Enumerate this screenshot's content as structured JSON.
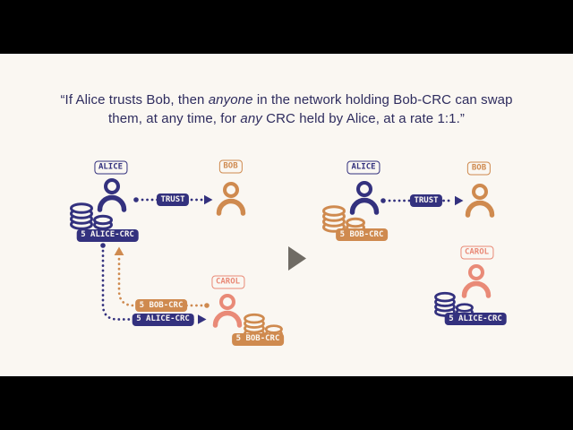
{
  "quote": {
    "line1_pre": "“If Alice trusts Bob, then ",
    "line1_italic": "anyone",
    "line1_post": " in the network holding Bob-CRC can swap",
    "line2_pre": "them, at any time, for ",
    "line2_italic": "any",
    "line2_post": " CRC held by Alice, at a rate 1:1.”"
  },
  "left_scene": {
    "alice_label": "ALICE",
    "bob_label": "BOB",
    "carol_label": "CAROL",
    "trust_label": "TRUST",
    "alice_holding_badge": "5 ALICE-CRC",
    "swap_to_alice_badge": "5 BOB-CRC",
    "swap_to_carol_badge": "5 ALICE-CRC",
    "carol_holding_badge": "5 BOB-CRC"
  },
  "right_scene": {
    "alice_label": "ALICE",
    "bob_label": "BOB",
    "carol_label": "CAROL",
    "trust_label": "TRUST",
    "alice_holding_badge": "5 BOB-CRC",
    "carol_holding_badge": "5 ALICE-CRC"
  },
  "colors": {
    "background": "#faf7f2",
    "letterbox": "#000000",
    "navy": "#33317e",
    "orange": "#cf8a4f",
    "salmon": "#e98a77",
    "quote_text": "#2e2c5e",
    "transition_arrow": "#6f6b64",
    "badge_text": "#faf7f2"
  },
  "icons": {
    "avatar": "person-icon",
    "holdings": "coin-stack-icon",
    "transition": "play-triangle-icon",
    "trust_link": "dotted-arrow-icon"
  }
}
